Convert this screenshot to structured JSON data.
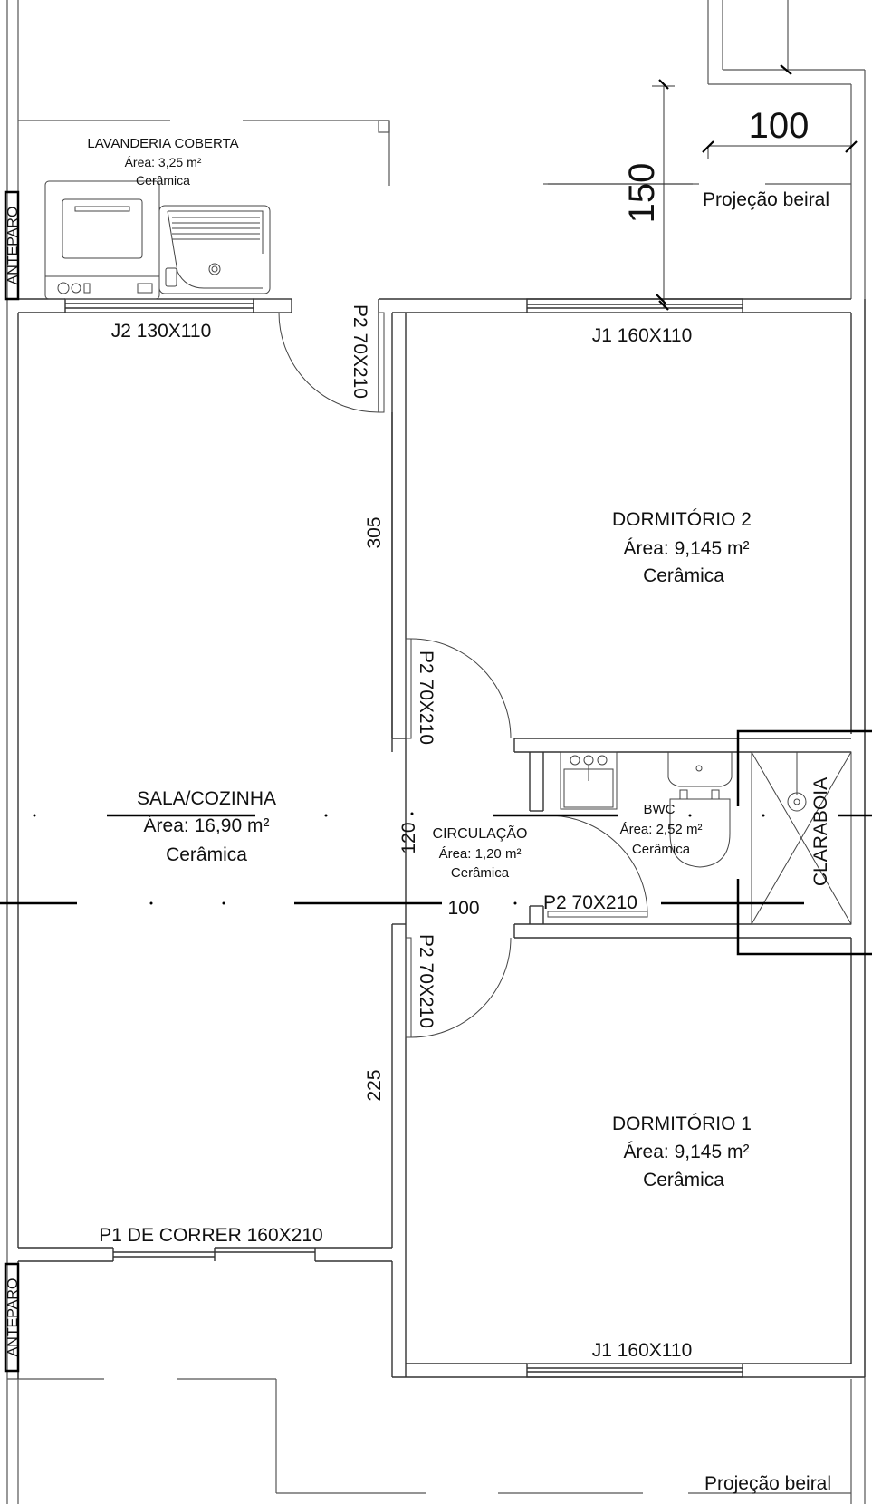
{
  "rooms": {
    "lavanderia": {
      "name": "LAVANDERIA COBERTA",
      "area": "Área: 3,25 m²",
      "floor": "Cerâmica"
    },
    "sala": {
      "name": "SALA/COZINHA",
      "area": "Área: 16,90 m²",
      "floor": "Cerâmica"
    },
    "dorm2": {
      "name": "DORMITÓRIO 2",
      "area": "Área: 9,145 m²",
      "floor": "Cerâmica"
    },
    "dorm1": {
      "name": "DORMITÓRIO 1",
      "area": "Área: 9,145 m²",
      "floor": "Cerâmica"
    },
    "circulacao": {
      "name": "CIRCULAÇÃO",
      "area": "Área: 1,20 m²",
      "floor": "Cerâmica"
    },
    "bwc": {
      "name": "BWC",
      "area": "Área: 2,52 m²",
      "floor": "Cerâmica"
    }
  },
  "openings": {
    "j2": "J2 130X110",
    "j1_top": "J1 160X110",
    "j1_bottom": "J1 160X110",
    "p2_lav": "P2 70X210",
    "p2_dorm2": "P2 70X210",
    "p2_dorm1": "P2 70X210",
    "p2_bwc": "P2 70X210",
    "p1": "P1 DE CORRER 160X210"
  },
  "dimensions": {
    "d150": "150",
    "d100_top": "100",
    "d305": "305",
    "d225": "225",
    "d120": "120",
    "d100_mid": "100"
  },
  "annotations": {
    "anteparo_top": "ANTEPARO",
    "anteparo_bottom": "ANTEPARO",
    "projecao_top": "Projeção beiral",
    "projecao_bottom": "Projeção beiral",
    "claraboia": "CLARABOIA"
  },
  "colors": {
    "line": "#333333",
    "heavy": "#000000",
    "background": "#ffffff"
  }
}
